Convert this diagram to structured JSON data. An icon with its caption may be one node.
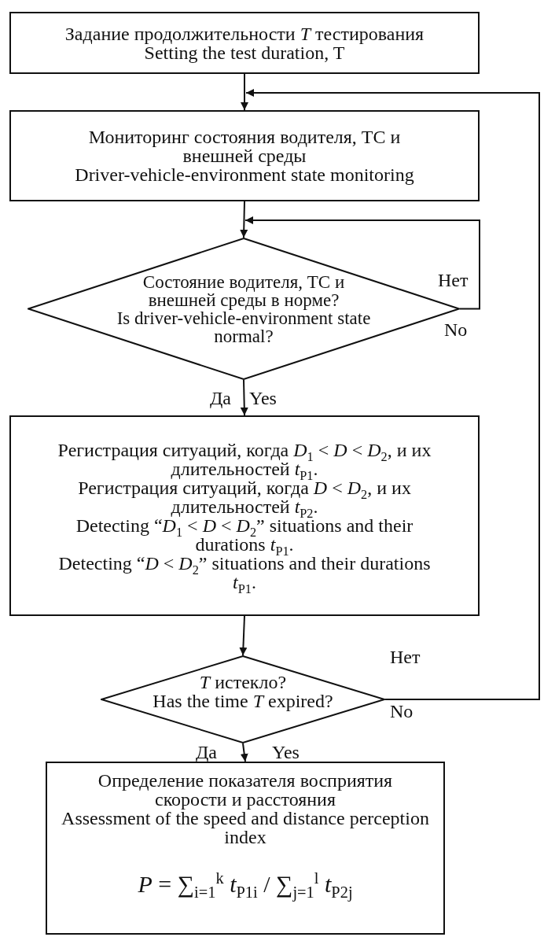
{
  "diagram": {
    "nodes": [
      {
        "text": [
          "Задание продолжительности *T* тестирования",
          "Setting the test duration, T"
        ]
      },
      {
        "text": [
          "Мониторинг состояния водителя, ТС и внешней среды",
          "Driver-vehicle-environment state monitoring"
        ]
      },
      {
        "text": [
          "Состояние водителя, ТС и внешней среды в норме?",
          "Is driver-vehicle-environment state normal?"
        ]
      },
      {
        "text": [
          "Регистрация ситуаций, когда *D*$_{1}$ < *D* < *D*$_{2}$, и их длительностей *t*$_{P1}$.",
          "Регистрация ситуаций, когда *D* < *D*$_{2}$, и их длительностей *t*$_{P2}$.",
          "Detecting “*D*$_{1}$ < *D* < *D*$_{2}$” situations and their durations *t*$_{P1}$.",
          "Detecting “*D* < *D*$_{2}$” situations and their durations *t*$_{P1}$."
        ]
      },
      {
        "text": [
          "*T* истекло?",
          "Has the time *T* expired?"
        ]
      },
      {
        "text": [
          "Определение показателя восприятия скорости и расстояния",
          "Assessment of the speed and distance perception index",
          "*P* = ∑$_{i=1}$$^{k}$ *t*$_{P1i}$ / ∑$_{j=1}$$^{l}$ *t*$_{P2j}$"
        ]
      }
    ],
    "edges": [
      {
        "from": 0,
        "to": 1,
        "arrow": "to"
      },
      {
        "from": 4,
        "to": 1,
        "arrow": "to"
      },
      {
        "from": 1,
        "to": 2,
        "arrow": "to"
      },
      {
        "from": 2,
        "to": 2,
        "arrow": "to"
      },
      {
        "from": 2,
        "to": 3,
        "arrow": "to"
      },
      {
        "from": 3,
        "to": 4,
        "arrow": "to"
      },
      {
        "from": 4,
        "to": 5,
        "arrow": "to"
      }
    ],
    "labels": [
      "Нет",
      "No",
      "Да",
      "Yes",
      "Нет",
      "No",
      "Да",
      "Yes"
    ]
  }
}
